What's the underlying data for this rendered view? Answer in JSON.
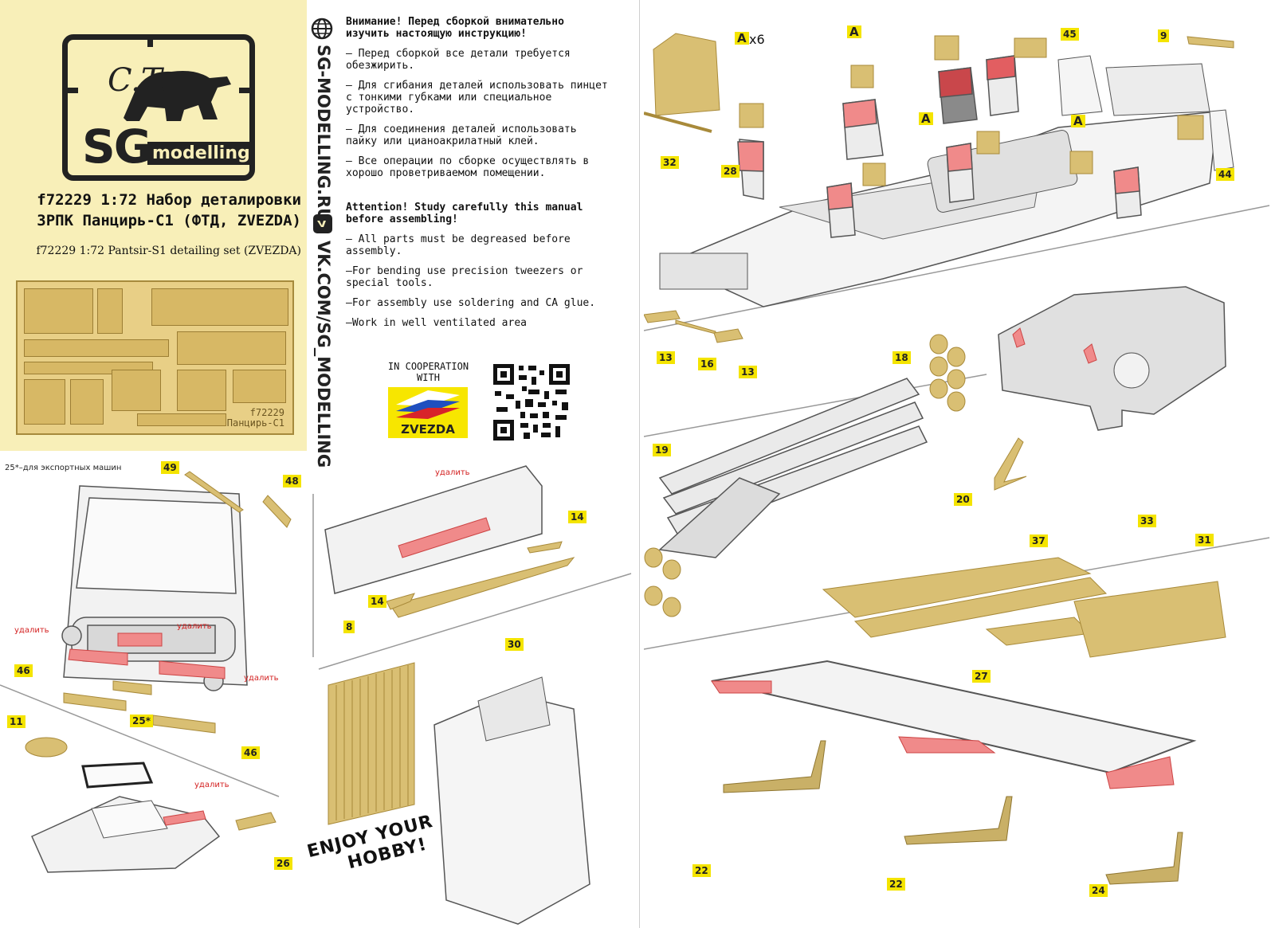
{
  "brand": {
    "logo_script": "C.T.",
    "logo_sg": "SG",
    "logo_modelling": "modelling"
  },
  "header": {
    "title_ru_line1": "f72229 1:72 Набор деталировки",
    "title_ru_line2": "ЗРПК Панцирь-С1 (ФТД, ZVEZDA)",
    "title_en": "f72229 1:72 Pantsir-S1 detailing set (ZVEZDA)",
    "fret_label_line1": "f72229",
    "fret_label_line2": "Панцирь-С1"
  },
  "sidebar": {
    "site": "SG-MODELLING.RU",
    "vk": "VK.COM/SG_MODELLING"
  },
  "instructions_ru": {
    "heading": "Внимание! Перед сборкой внимательно изучить настоящую инструкцию!",
    "items": [
      "– Перед сборкой все детали требуется обезжирить.",
      "– Для сгибания деталей использовать пинцет с тонкими губками или специальное устройство.",
      "– Для соединения деталей использовать пайку или цианоакрилатный клей.",
      "– Все операции по сборке осуществлять в хорошо проветриваемом помещении."
    ]
  },
  "instructions_en": {
    "heading": "Attention! Study carefully this manual before assembling!",
    "items": [
      "– All parts must be degreased before assembly.",
      "–For bending use precision tweezers or special tools.",
      "–For assembly use soldering and CA glue.",
      "–Work in well ventilated area"
    ]
  },
  "coop": {
    "text": "IN COOPERATION WITH",
    "zvezda": "ZVEZDA"
  },
  "notes": {
    "export": "25*–для экспортных машин",
    "remove": "удалить",
    "enjoy_line1": "ENJOY YOUR",
    "enjoy_line2": "HOBBY!",
    "a_x6": "x6",
    "a": "A"
  },
  "part_labels": {
    "p49": "49",
    "p48": "48",
    "p46a": "46",
    "p46b": "46",
    "p25": "25*",
    "p11": "11",
    "p26": "26",
    "p14a": "14",
    "p14b": "14",
    "p8": "8",
    "p30": "30",
    "p32": "32",
    "p28": "28",
    "p45": "45",
    "p9": "9",
    "p44": "44",
    "p13a": "13",
    "p16": "16",
    "p13b": "13",
    "p18": "18",
    "p19": "19",
    "p20": "20",
    "p37": "37",
    "p33": "33",
    "p31": "31",
    "p27": "27",
    "p22a": "22",
    "p22b": "22",
    "p24": "24"
  },
  "colors": {
    "panel": "#f8efb8",
    "part": "#d9bf73",
    "remove": "#f08a8a",
    "label": "#f4e400"
  }
}
